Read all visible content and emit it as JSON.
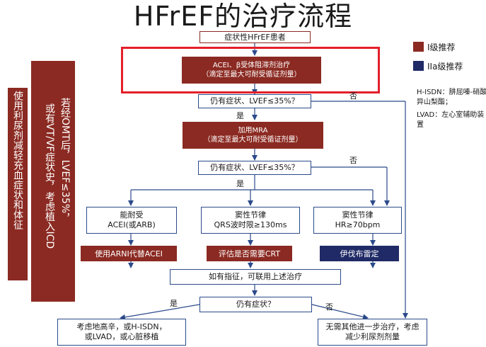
{
  "title": "HFrEF的治疗流程",
  "legend": [
    {
      "label": "I级推荐",
      "color": "#8b2a22"
    },
    {
      "label": "IIa级推荐",
      "color": "#1f2a66"
    }
  ],
  "notes": {
    "line1": "H-ISDN：肼屈嗪-硝酸异山梨酯；",
    "line2": "LVAD：左心室辅助装置"
  },
  "side": {
    "diuretic": "使用利尿剂减轻充血症状和体征",
    "icd": [
      "若经OMT后，LVEF≤35%，",
      "或有VT/VF症状史，考虑植入ICD"
    ]
  },
  "flow": {
    "start": "症状性HFrEF患者",
    "acei_bb": "ACEI、β受体阻滞剂治疗\n（滴定至最大可耐受循证剂量）",
    "q1": "仍有症状、LVEF≤35%？",
    "yes1": "是",
    "no1": "否",
    "mra": "加用MRA\n（滴定至最大可耐受循证剂量）",
    "q2": "仍有症状、LVEF≤35%？",
    "yes2": "是",
    "no2": "否",
    "branch_left": [
      "能耐受",
      "ACEI(或ARB)"
    ],
    "branch_mid": [
      "窦性节律",
      "QRS波时限≥130ms"
    ],
    "branch_right": [
      "窦性节律",
      "HR≥70bpm"
    ],
    "action_left": "使用ARNI代替ACEI",
    "action_mid": "评估是否需要CRT",
    "action_right": "伊伐布雷定",
    "combine": "如有指征，可联用上述治疗",
    "q3": "仍有症状？",
    "yes3": "是",
    "no3": "否",
    "end_left": [
      "考虑地高辛，或H-ISDN，",
      "或LVAD，或心脏移植"
    ],
    "end_right": [
      "无需其他进一步治疗，考虑",
      "减少利尿剂剂量"
    ]
  }
}
